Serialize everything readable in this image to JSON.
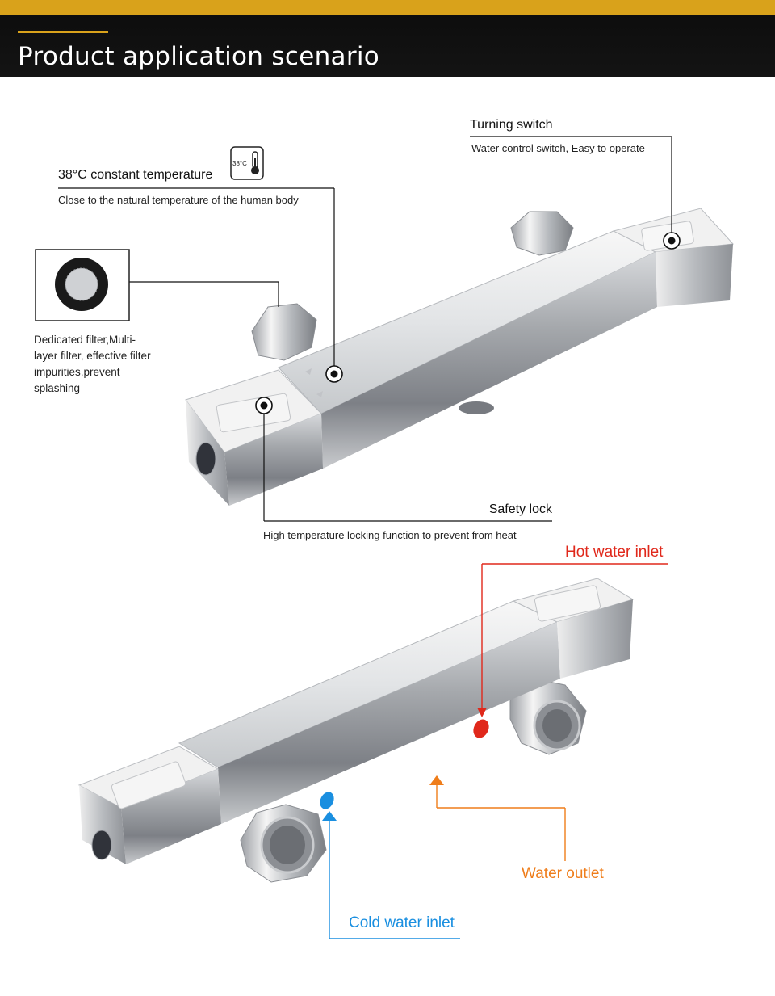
{
  "header": {
    "title": "Product  application scenario"
  },
  "callouts": {
    "temperature": {
      "title": "38°C constant temperature",
      "desc": "Close to the natural temperature of the human body",
      "icon_text": "38°C"
    },
    "filter": {
      "desc_lines": [
        "Dedicated filter,Multi-",
        "layer filter, effective filter",
        "impurities,prevent",
        "splashing"
      ]
    },
    "turning_switch": {
      "title": "Turning switch",
      "desc": "Water control switch,  Easy to operate"
    },
    "safety_lock": {
      "title": "Safety lock",
      "desc": "High temperature locking function to prevent from heat"
    },
    "hot_inlet": {
      "label": "Hot water inlet",
      "color": "#e0281b"
    },
    "water_outlet": {
      "label": "Water outlet",
      "color": "#ef7d1a"
    },
    "cold_inlet": {
      "label": "Cold water inlet",
      "color": "#1a8fe0"
    }
  },
  "icons": [
    "thermometer-icon",
    "filter-screen-icon",
    "target-marker-icon",
    "arrow-up-icon"
  ]
}
